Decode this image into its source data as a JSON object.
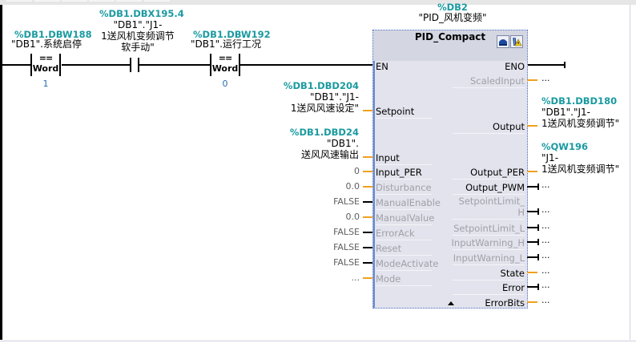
{
  "rung": {
    "cmp1": {
      "address": "%DB1.DBW188",
      "symbol": "\"DB1\".系统启停",
      "operator": "==",
      "type": "Word",
      "value": "1"
    },
    "contact1": {
      "address": "%DB1.DBX195.4",
      "symbol_line1": "\"DB1\".\"J1-",
      "symbol_line2": "1送风机变频调节",
      "symbol_line3": "软手动\""
    },
    "cmp2": {
      "address": "%DB1.DBW192",
      "symbol": "\"DB1\".运行工况",
      "operator": "==",
      "type": "Word",
      "value": "0"
    }
  },
  "block": {
    "instance_address": "%DB2",
    "instance_name": "\"PID_风机变频\"",
    "type": "PID_Compact",
    "icons": [
      "commissioning-icon",
      "diagnostics-warning-icon"
    ],
    "en": "EN",
    "eno": "ENO",
    "inputs": [
      {
        "name": "Setpoint",
        "dim": false,
        "wire": "orange",
        "address": "%DB1.DBD204",
        "sym1": "\"DB1\".\"J1-",
        "sym2": "1送风风速设定\""
      },
      {
        "name": "Input",
        "dim": false,
        "wire": "orange",
        "address": "%DB1.DBD24",
        "sym1": "\"DB1\".",
        "sym2": "送风风速输出"
      },
      {
        "name": "Input_PER",
        "dim": false,
        "wire": "orange",
        "value": "0"
      },
      {
        "name": "Disturbance",
        "dim": true,
        "wire": "orange",
        "value": "0.0"
      },
      {
        "name": "ManualEnable",
        "dim": true,
        "wire": "black",
        "value": "FALSE"
      },
      {
        "name": "ManualValue",
        "dim": true,
        "wire": "orange",
        "value": "0.0"
      },
      {
        "name": "ErrorAck",
        "dim": true,
        "wire": "black",
        "value": "FALSE"
      },
      {
        "name": "Reset",
        "dim": true,
        "wire": "black",
        "value": "FALSE"
      },
      {
        "name": "ModeActivate",
        "dim": true,
        "wire": "black",
        "value": "FALSE"
      },
      {
        "name": "Mode",
        "dim": true,
        "wire": "orange",
        "value": "..."
      }
    ],
    "outputs": [
      {
        "name": "ScaledInput",
        "dim": true,
        "wire": "orange",
        "value": "..."
      },
      {
        "name": "Output",
        "dim": false,
        "wire": "orange",
        "address": "%DB1.DBD180",
        "sym1": "\"DB1\".\"J1-",
        "sym2": "1送风机变频调节\""
      },
      {
        "name": "Output_PER",
        "dim": false,
        "wire": "orange",
        "address": "%QW196",
        "sym1": "\"J1-",
        "sym2": "1送风机变频调节\""
      },
      {
        "name": "Output_PWM",
        "dim": false,
        "wire": "black",
        "value": "..."
      },
      {
        "name": "SetpointLimit_H",
        "dim": true,
        "wire": "black",
        "value": "...",
        "line1": "SetpointLimit_",
        "line2": "H"
      },
      {
        "name": "SetpointLimit_L",
        "dim": true,
        "wire": "black",
        "value": "..."
      },
      {
        "name": "InputWarning_H",
        "dim": true,
        "wire": "black",
        "value": "..."
      },
      {
        "name": "InputWarning_L",
        "dim": true,
        "wire": "black",
        "value": "..."
      },
      {
        "name": "State",
        "dim": false,
        "wire": "orange",
        "value": "..."
      },
      {
        "name": "Error",
        "dim": false,
        "wire": "black",
        "value": "..."
      },
      {
        "name": "ErrorBits",
        "dim": false,
        "wire": "orange",
        "value": "..."
      }
    ]
  },
  "colors": {
    "address": "#1a9aa0",
    "wire_orange": "#f0a020",
    "block_bg": "#e2e3ec",
    "dim_text": "#a0a0a8"
  }
}
